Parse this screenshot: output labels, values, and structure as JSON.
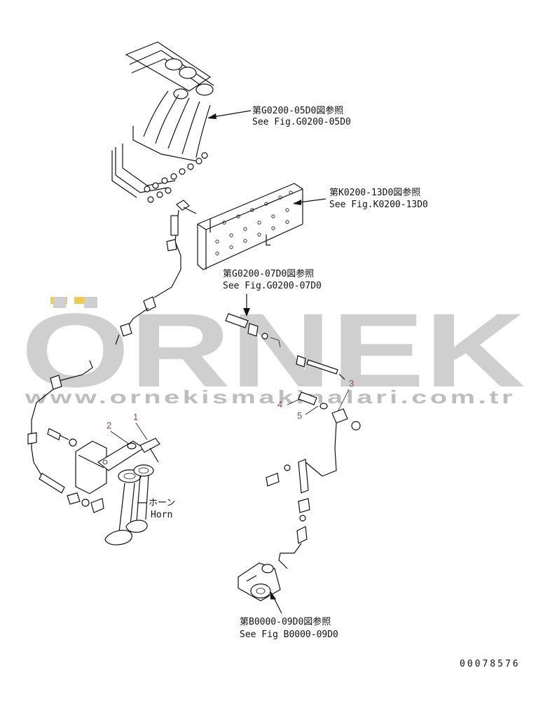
{
  "references": {
    "g0200_05d0": {
      "jp": "第G0200-05D0図参照",
      "en": "See Fig.G0200-05D0"
    },
    "k0200_13d0": {
      "jp": "第K0200-13D0図参照",
      "en": "See Fig.K0200-13D0"
    },
    "g0200_07d0": {
      "jp": "第G0200-07D0図参照",
      "en": "See Fig.G0200-07D0"
    },
    "b0000_09d0": {
      "jp": "第B0000-09D0図参照",
      "en": "See Fig B0000-09D0"
    }
  },
  "horn": {
    "jp": "ホーン",
    "en": "Horn"
  },
  "part_numbers": [
    "1",
    "2",
    "3",
    "4",
    "5"
  ],
  "drawing_number": "00078576",
  "watermark": {
    "brand": "ÖRNEK",
    "url": "www.ornekismakinalari.com.tr"
  },
  "colors": {
    "part_number": "#c0392b",
    "watermark": "#cfcfcf",
    "watermark_accent": "#f2c94c"
  }
}
